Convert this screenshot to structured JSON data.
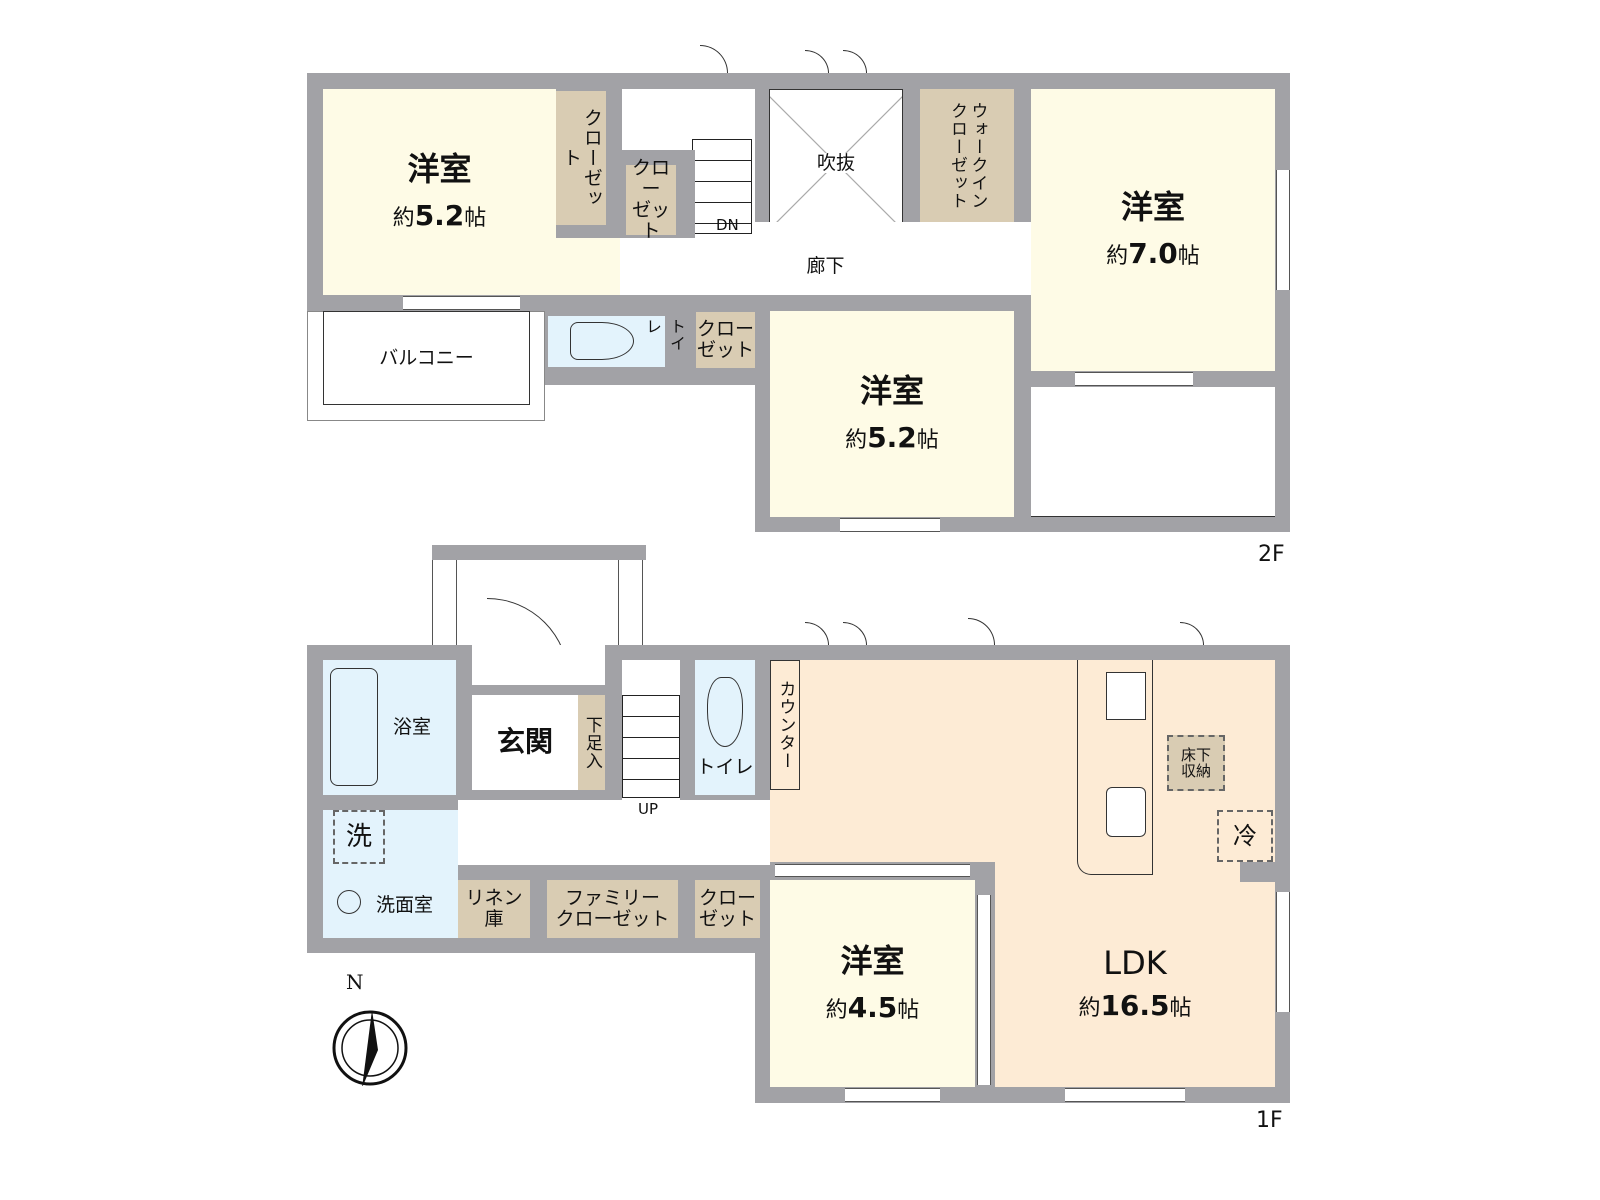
{
  "floor2": {
    "label": "2F",
    "rooms": {
      "western_left": {
        "name": "洋室",
        "size_prefix": "約",
        "size": "5.2",
        "unit": "帖"
      },
      "closet_left": {
        "name": "クローゼット"
      },
      "closet_stair": {
        "line1": "クロー",
        "line2": "ゼット"
      },
      "stairs_label": "DN",
      "void": {
        "name": "吹抜"
      },
      "walk_in_closet": {
        "name": "ウォークインクローゼット"
      },
      "western_right": {
        "name": "洋室",
        "size_prefix": "約",
        "size": "7.0",
        "unit": "帖"
      },
      "hallway": {
        "name": "廊下"
      },
      "balcony": {
        "name": "バルコニー"
      },
      "toilet": {
        "name": "トイレ"
      },
      "closet_mid": {
        "line1": "クロー",
        "line2": "ゼット"
      },
      "western_center": {
        "name": "洋室",
        "size_prefix": "約",
        "size": "5.2",
        "unit": "帖"
      }
    }
  },
  "floor1": {
    "label": "1F",
    "rooms": {
      "bath": {
        "name": "浴室"
      },
      "washer": {
        "name": "洗"
      },
      "washroom": {
        "name": "洗面室"
      },
      "entrance": {
        "name": "玄関"
      },
      "shoe_box": {
        "name": "下足入"
      },
      "stairs_label": "UP",
      "toilet": {
        "name": "トイレ"
      },
      "counter": {
        "name": "カウンター"
      },
      "linen": {
        "line1": "リネン",
        "line2": "庫"
      },
      "family_closet": {
        "line1": "ファミリー",
        "line2": "クローゼット"
      },
      "closet": {
        "line1": "クロー",
        "line2": "ゼット"
      },
      "western": {
        "name": "洋室",
        "size_prefix": "約",
        "size": "4.5",
        "unit": "帖"
      },
      "ldk": {
        "name": "LDK",
        "size_prefix": "約",
        "size": "16.5",
        "unit": "帖"
      },
      "underfloor": {
        "line1": "床下",
        "line2": "収納"
      },
      "fridge": {
        "name": "冷"
      }
    }
  },
  "compass": {
    "north": "N"
  },
  "colors": {
    "wall": "#a2a2a6",
    "western": "#fefbe6",
    "storage": "#d9ccb3",
    "wet": "#e3f3fc",
    "ldk": "#fdebd5"
  }
}
